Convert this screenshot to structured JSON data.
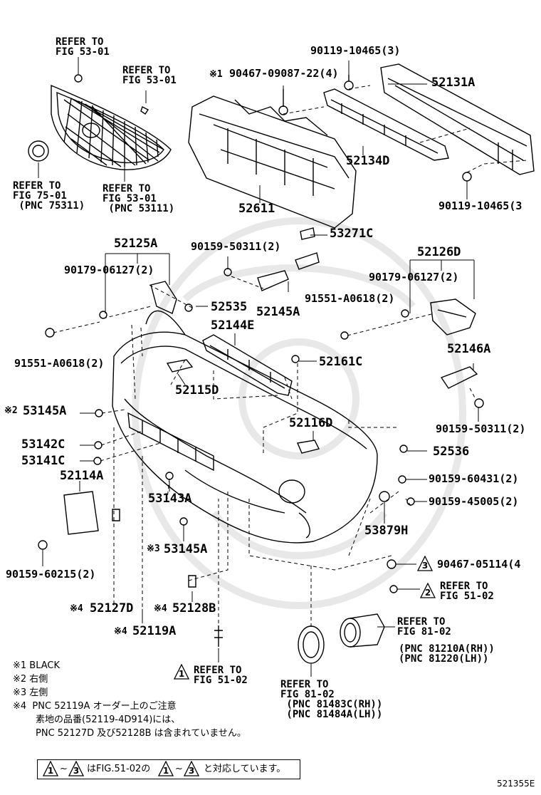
{
  "labels": {
    "refer_53_01_a": "REFER TO\nFIG 53-01",
    "refer_53_01_b": "REFER TO\nFIG 53-01",
    "refer_75_01": "REFER TO\nFIG 75-01\n (PNC 75311)",
    "refer_53_01_c": "REFER TO\nFIG 53-01\n (PNC 53111)",
    "p_90119_top": "90119-10465(3)",
    "p_90467_black_mark": "※1",
    "p_90467_black": "90467-09087-22(4)",
    "p_52131A": "52131A",
    "p_52134D": "52134D",
    "p_52611": "52611",
    "p_90119_bot": "90119-10465(3",
    "p_53271C": "53271C",
    "p_52125A": "52125A",
    "p_90159_50311_a": "90159-50311(2)",
    "p_52126D": "52126D",
    "p_90179_a": "90179-06127(2)",
    "p_90179_b": "90179-06127(2)",
    "p_91551_b": "91551-A0618(2)",
    "p_52535": "52535",
    "p_52145A": "52145A",
    "p_52144E": "52144E",
    "p_91551_a": "91551-A0618(2)",
    "p_52161C": "52161C",
    "p_52146A": "52146A",
    "p_52115D": "52115D",
    "p_53145A_mark": "※2",
    "p_53145A": "53145A",
    "p_90159_50311_b": "90159-50311(2)",
    "p_52116D": "52116D",
    "p_53142C": "53142C",
    "p_52536": "52536",
    "p_53141C": "53141C",
    "p_90159_60431": "90159-60431(2)",
    "p_52114A": "52114A",
    "p_53143A": "53143A",
    "p_90159_45005": "90159-45005(2)",
    "p_53879H": "53879H",
    "p_53145A_b_mark": "※3",
    "p_53145A_b": "53145A",
    "p_90159_60215": "90159-60215(2)",
    "p_90467_05114": "90467-05114(4",
    "refer_51_02_b": "REFER TO\nFIG 51-02",
    "p_52127D_mark": "※4",
    "p_52127D": "52127D",
    "p_52128B_mark": "※4",
    "p_52128B": "52128B",
    "refer_81_02_a": "REFER TO\nFIG 81-02",
    "refer_81_02_a_pnc": "(PNC 81210A(RH))\n(PNC 81220(LH))",
    "p_52119A_mark": "※4",
    "p_52119A": "52119A",
    "refer_51_02_a": "REFER TO\nFIG 51-02",
    "refer_81_02_b": "REFER TO\nFIG 81-02\n (PNC 81483C(RH))\n (PNC 81484A(LH))",
    "tri1": "1",
    "tri2": "2",
    "tri3": "3",
    "diagram_code": "521355E"
  },
  "notes": {
    "n1": "※1 BLACK",
    "n2": "※2 右側",
    "n3": "※3 左側",
    "n4": "※4  PNC 52119A オーダー上のご注意",
    "n4b": "素地の品番(52119-4D914)には、",
    "n4c": "PNC 52127D 及び52128B は含まれていません。",
    "box_a": "1",
    "box_b": "3",
    "box_text_1": "はFIG.51-02の",
    "box_c": "1",
    "box_d": "3",
    "box_text_2": "と対応しています。",
    "box_tilde": "~"
  },
  "colors": {
    "line": "#000000",
    "background": "#ffffff",
    "watermark": "#e6e6e6"
  }
}
